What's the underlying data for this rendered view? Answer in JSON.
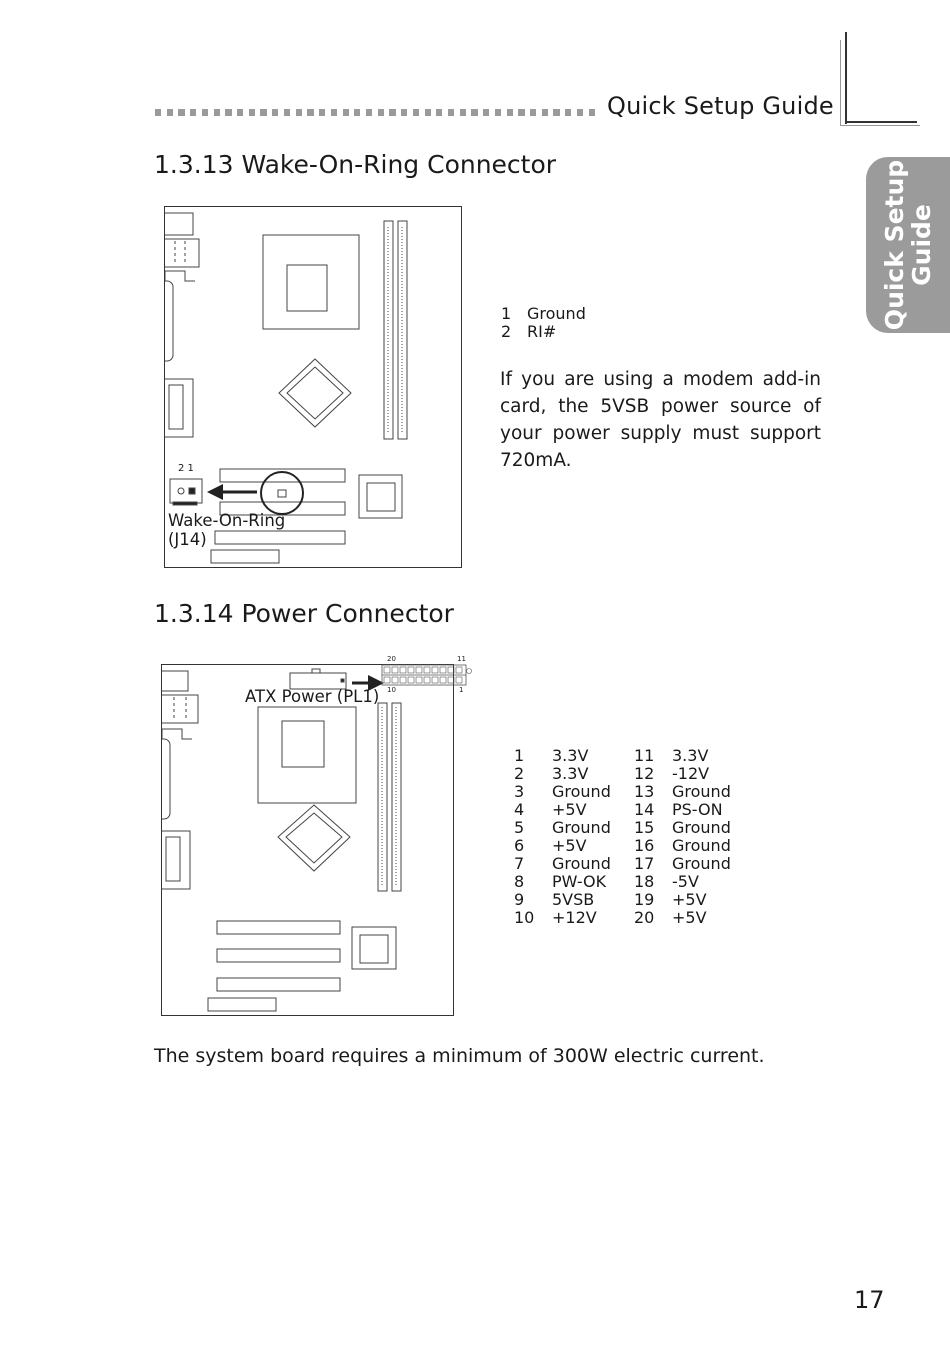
{
  "header": {
    "title": "Quick Setup Guide",
    "side_tab_line1": "Quick Setup",
    "side_tab_line2": "Guide"
  },
  "section_1": {
    "heading": "1.3.13  Wake-On-Ring Connector",
    "diagram": {
      "pin_numbers": "2  1",
      "connector_label_line1": "Wake-On-Ring",
      "connector_label_line2": "(J14)"
    },
    "pins": [
      {
        "pin": "1",
        "signal": "Ground"
      },
      {
        "pin": "2",
        "signal": "RI#"
      }
    ],
    "note": "If you are using a modem add-in card, the 5VSB power source of your power supply must support  720mA."
  },
  "section_2": {
    "heading": "1.3.14  Power Connector",
    "diagram": {
      "connector_label": "ATX Power (PL1)",
      "pin_20": "20",
      "pin_11": "11",
      "pin_10": "10",
      "pin_1": "1"
    },
    "pins_left": [
      {
        "pin": "1",
        "signal": "3.3V"
      },
      {
        "pin": "2",
        "signal": "3.3V"
      },
      {
        "pin": "3",
        "signal": "Ground"
      },
      {
        "pin": "4",
        "signal": "+5V"
      },
      {
        "pin": "5",
        "signal": "Ground"
      },
      {
        "pin": "6",
        "signal": "+5V"
      },
      {
        "pin": "7",
        "signal": "Ground"
      },
      {
        "pin": "8",
        "signal": "PW-OK"
      },
      {
        "pin": "9",
        "signal": "5VSB"
      },
      {
        "pin": "10",
        "signal": "+12V"
      }
    ],
    "pins_right": [
      {
        "pin": "11",
        "signal": "3.3V"
      },
      {
        "pin": "12",
        "signal": "-12V"
      },
      {
        "pin": "13",
        "signal": "Ground"
      },
      {
        "pin": "14",
        "signal": "PS-ON"
      },
      {
        "pin": "15",
        "signal": "Ground"
      },
      {
        "pin": "16",
        "signal": "Ground"
      },
      {
        "pin": "17",
        "signal": "Ground"
      },
      {
        "pin": "18",
        "signal": "-5V"
      },
      {
        "pin": "19",
        "signal": "+5V"
      },
      {
        "pin": "20",
        "signal": "+5V"
      }
    ]
  },
  "footer": {
    "note": "The system board requires a minimum of 300W electric current.",
    "page_number": "17"
  }
}
